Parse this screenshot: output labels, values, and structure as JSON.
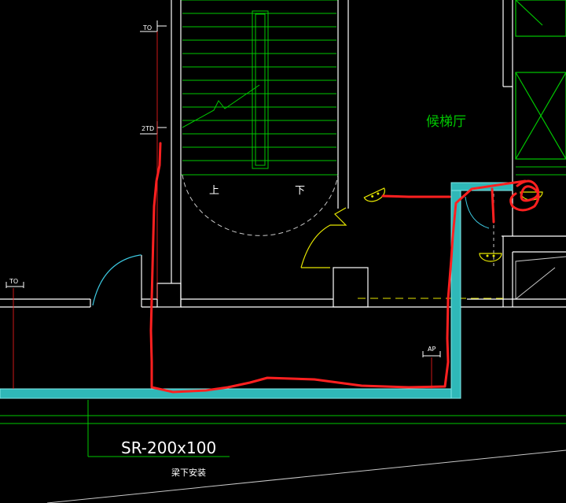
{
  "drawing": {
    "room_label": "候梯厅",
    "stair_up_label": "上",
    "stair_down_label": "下",
    "tags": {
      "to_top": "TO",
      "td_2": "2TD",
      "to_left": "TO",
      "ap": "AP"
    },
    "tray_spec": "SR-200x100",
    "tray_note": "梁下安装"
  },
  "colors": {
    "background": "#000000",
    "wall": "#ffffff",
    "stair": "#00c800",
    "tray": "#2fb8b8",
    "redline": "#ff2020",
    "door": "#3cc8e0",
    "yellow": "#e6e600"
  }
}
